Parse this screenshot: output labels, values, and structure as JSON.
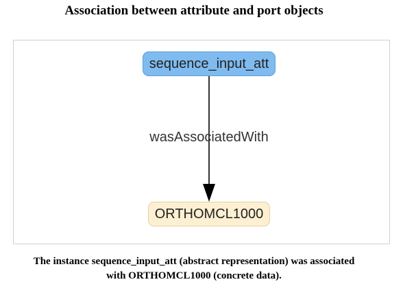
{
  "title": "Association between attribute and port objects",
  "diagram": {
    "nodes": {
      "source": {
        "label": "sequence_input_att",
        "fill": "#7fbbef"
      },
      "target": {
        "label": "ORTHOMCL1000",
        "fill": "#fdf0d2"
      }
    },
    "edge": {
      "label": "wasAssociatedWith"
    }
  },
  "caption": {
    "line1": "The instance sequence_input_att (abstract representation) was associated",
    "line2": "with ORTHOMCL1000 (concrete data)."
  }
}
